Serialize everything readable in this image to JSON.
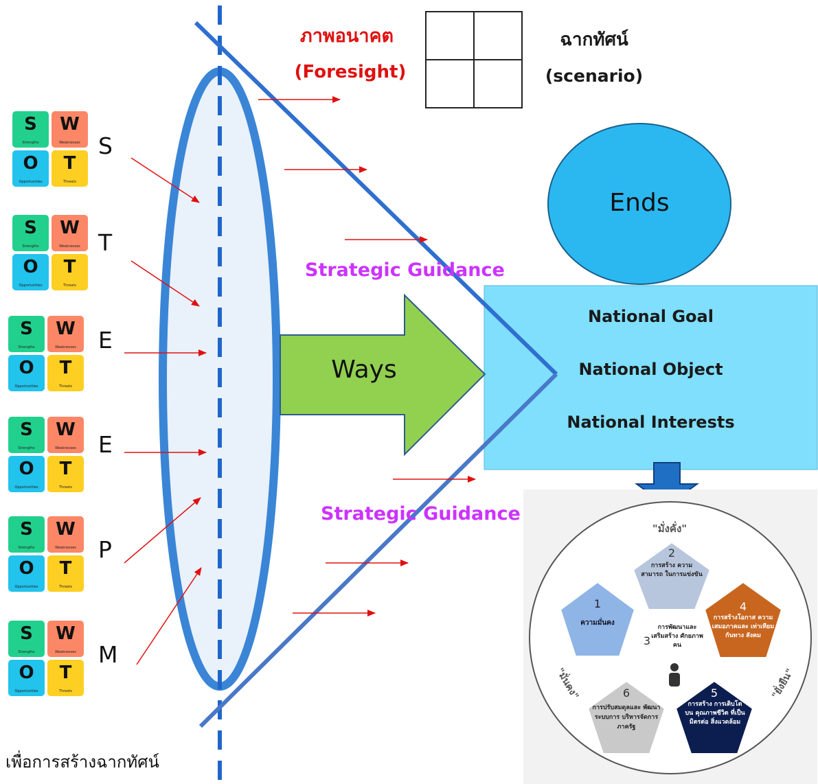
{
  "foresight": {
    "thai": "ภาพอนาคต",
    "english": "(Foresight)"
  },
  "scenario": {
    "thai": "ฉากทัศน์",
    "english": "(scenario)"
  },
  "swot_tile": {
    "letters": [
      "S",
      "W",
      "O",
      "T"
    ],
    "labels": [
      "Strengths",
      "Weaknesses",
      "Opportunities",
      "Threats"
    ]
  },
  "steep_letters": [
    "S",
    "T",
    "E",
    "E",
    "P",
    "M"
  ],
  "ways": "Ways",
  "ends": "Ends",
  "strategic_guidance": "Strategic Guidance",
  "national": [
    "National Goal",
    "National Object",
    "National Interests"
  ],
  "bottom_caption": "เพื่อการสร้างฉากทัศน์",
  "wheel": {
    "top_label": "\"มั่งคั่ง\"",
    "left_label": "\"มั่นคง\"",
    "right_label": "\"ยั่งยืน\"",
    "pillars": [
      {
        "num": "1",
        "text": "ความมั่นคง"
      },
      {
        "num": "2",
        "text": "การสร้าง ความสามารถ ในการแข่งขัน"
      },
      {
        "num": "3",
        "text": "การพัฒนาและ เสริมสร้าง ศักยภาพคน"
      },
      {
        "num": "4",
        "text": "การสร้างโอกาส ความเสมอภาคและ เท่าเทียมกันทาง สังคม"
      },
      {
        "num": "5",
        "text": "การสร้าง การเติบโตบน คุณภาพชีวิต ที่เป็นมิตรต่อ สิ่งแวดล้อม"
      },
      {
        "num": "6",
        "text": "การปรับสมดุลและ พัฒนาระบบการ บริหารจัดการ ภาครัฐ"
      }
    ]
  },
  "colors": {
    "cone_line": "#2e6fcf",
    "lens_stroke": "#3a85d6",
    "lens_fill": "#e9f1fb",
    "arrow_red": "#e01010",
    "ways_arrow": "#92d050",
    "ends_circle": "#2bb8f0",
    "national_box": "#7fdffc",
    "guidance_text": "#cc33ff",
    "foresight_text": "#e01010"
  }
}
